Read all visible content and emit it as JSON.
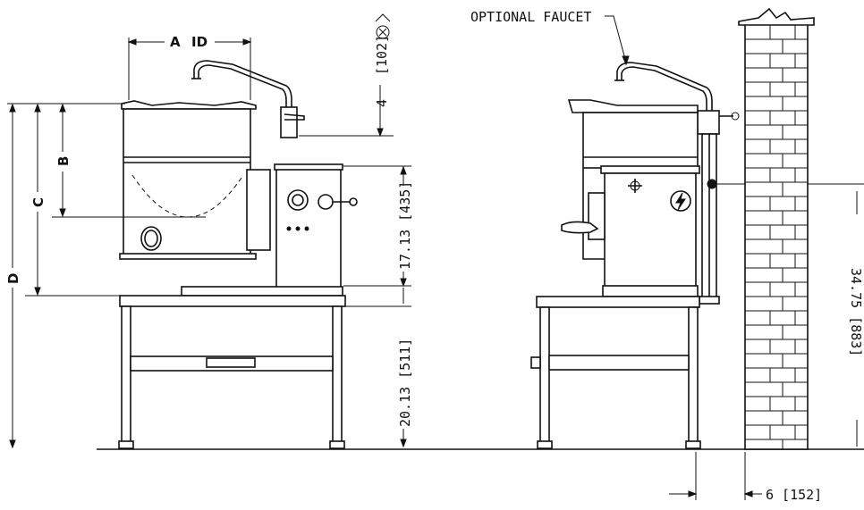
{
  "labels": {
    "optional_faucet": "OPTIONAL FAUCET",
    "dim_a": "A",
    "dim_id": "ID",
    "dim_b": "B",
    "dim_c": "C",
    "dim_d": "D",
    "dim_4": "4",
    "dim_4_mm": "[102]",
    "dim_17_13": "17.13 [435]",
    "dim_20_13": "20.13 [511]",
    "dim_6": "6 [152]",
    "dim_34_75": "34.75 [883]"
  },
  "icons": [
    "water-inlet-icon",
    "electrical-hazard-icon",
    "drain-icon"
  ],
  "colors": {
    "ink": "#111111",
    "background": "#ffffff"
  }
}
